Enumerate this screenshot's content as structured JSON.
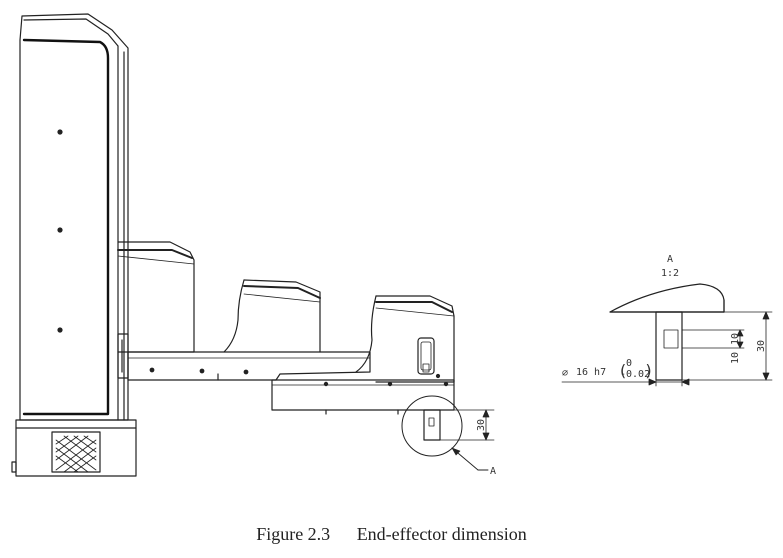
{
  "figure": {
    "number": "Figure 2.3",
    "title": "End-effector dimension"
  },
  "main_view": {
    "height_dim": "30",
    "callout": "A"
  },
  "detail_view": {
    "label": "A",
    "scale": "1:2",
    "dim_total": "30",
    "dim_upper": "10",
    "dim_lower": "10",
    "shaft_diameter_symbol": "⌀",
    "shaft_tolerance": "16 h7",
    "tol_upper": "0",
    "tol_lower": "-0.02"
  }
}
